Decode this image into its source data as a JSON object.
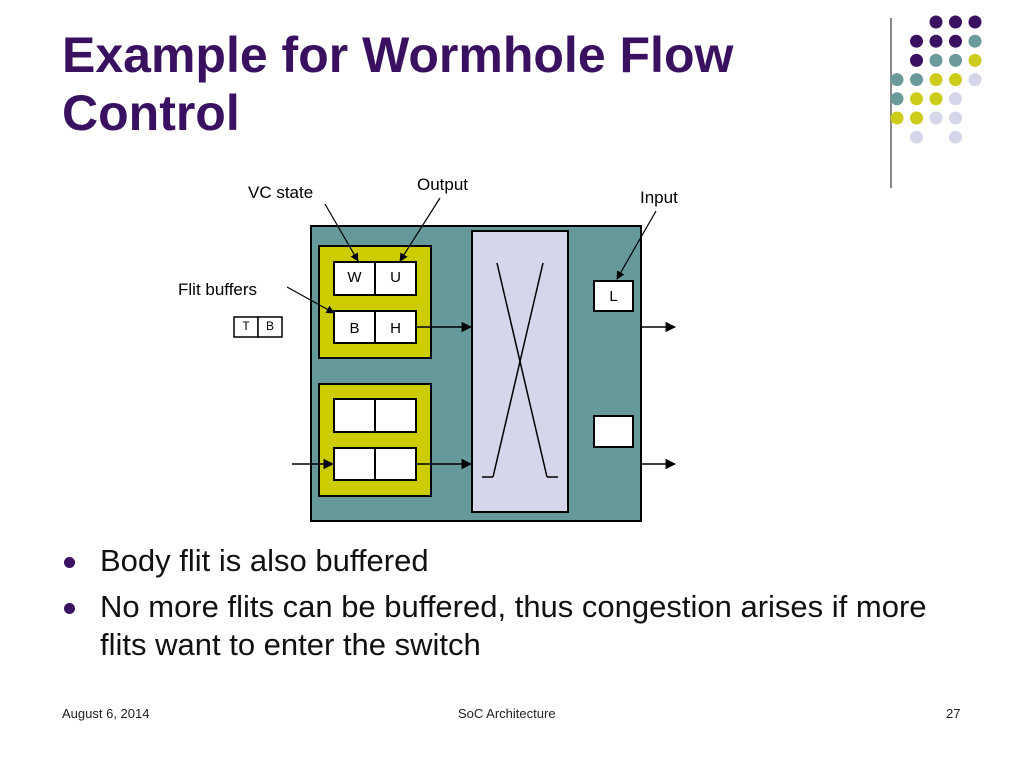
{
  "slide": {
    "title_line1": "Example for Wormhole Flow",
    "title_line2": "Control",
    "bullets": [
      "Body flit is also buffered",
      "No more flits can be buffered, thus congestion arises if more flits want to enter the switch"
    ],
    "footer": {
      "date": "August 6, 2014",
      "course": "SoC Architecture",
      "page": "27"
    }
  },
  "diagram": {
    "labels": {
      "vc_state": "VC state",
      "output": "Output",
      "input": "Input",
      "flit_buffers": "Flit buffers"
    },
    "state_cells": [
      "W",
      "U"
    ],
    "buffer_cells": [
      "B",
      "H"
    ],
    "incoming_flits": [
      "T",
      "B"
    ],
    "output_cell": "L"
  },
  "colors": {
    "title": "#3a1061",
    "router_body": "#669999",
    "buffer_block": "#cccc00",
    "crossbar": "#d6d6eb",
    "dot_purple": "#3a1061",
    "dot_teal": "#6b9a9a",
    "dot_yellow": "#cccc1a",
    "dot_lavender": "#d6d6ea"
  }
}
